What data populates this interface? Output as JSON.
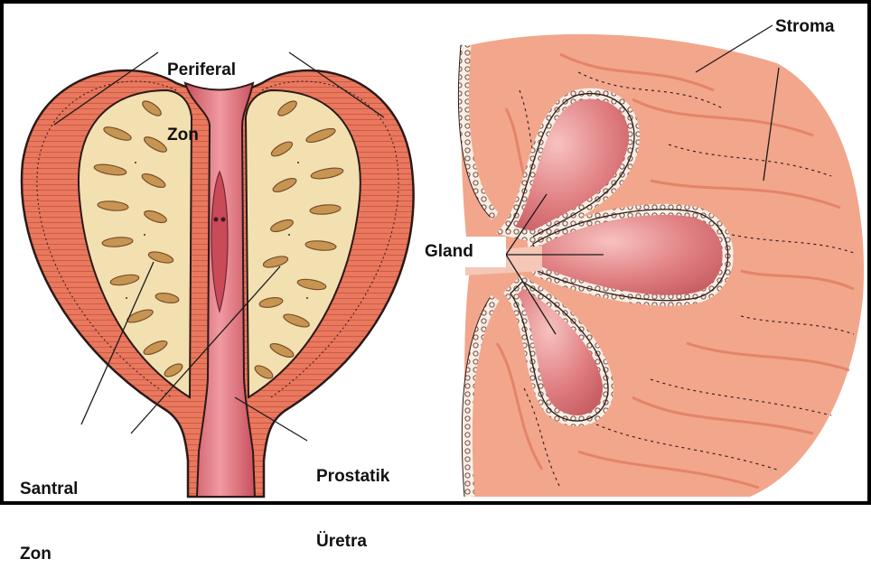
{
  "labels": {
    "periferal_zon": [
      "Periferal",
      "Zon"
    ],
    "santral_zon": [
      "Santral",
      "Zon"
    ],
    "prostatik_uretra": [
      "Prostatik",
      "Üretra"
    ],
    "gland": "Gland",
    "stroma": "Stroma"
  },
  "colors": {
    "peripheral_zone": "#e4735a",
    "peripheral_stripes": "#cf5a44",
    "central_zone": "#f3e0b0",
    "central_ducts": "#c79552",
    "urethra": "#d9646f",
    "stroma": "#f2a68c",
    "stroma_fibers": "#e48466",
    "gland_lumen": "#de7c7e",
    "epithelium": "#f7efe6",
    "outline": "#2a1a18"
  }
}
